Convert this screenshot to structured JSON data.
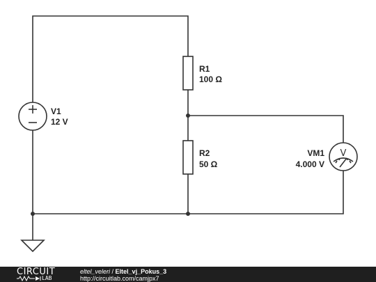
{
  "components": {
    "v1": {
      "name": "V1",
      "value": "12 V"
    },
    "r1": {
      "name": "R1",
      "value": "100 Ω"
    },
    "r2": {
      "name": "R2",
      "value": "50 Ω"
    },
    "vm1": {
      "name": "VM1",
      "value": "4.000 V",
      "symbol": "V"
    }
  },
  "footer": {
    "logo_top": "CIRCUIT",
    "logo_bottom": "LAB",
    "user": "eltel_veleri",
    "separator": " / ",
    "title": "Eltel_vj_Pokus_3",
    "url": "http://circuitlab.com/camjpx7"
  },
  "colors": {
    "wire": "#333333",
    "footer_bg": "#1f1f1f"
  }
}
